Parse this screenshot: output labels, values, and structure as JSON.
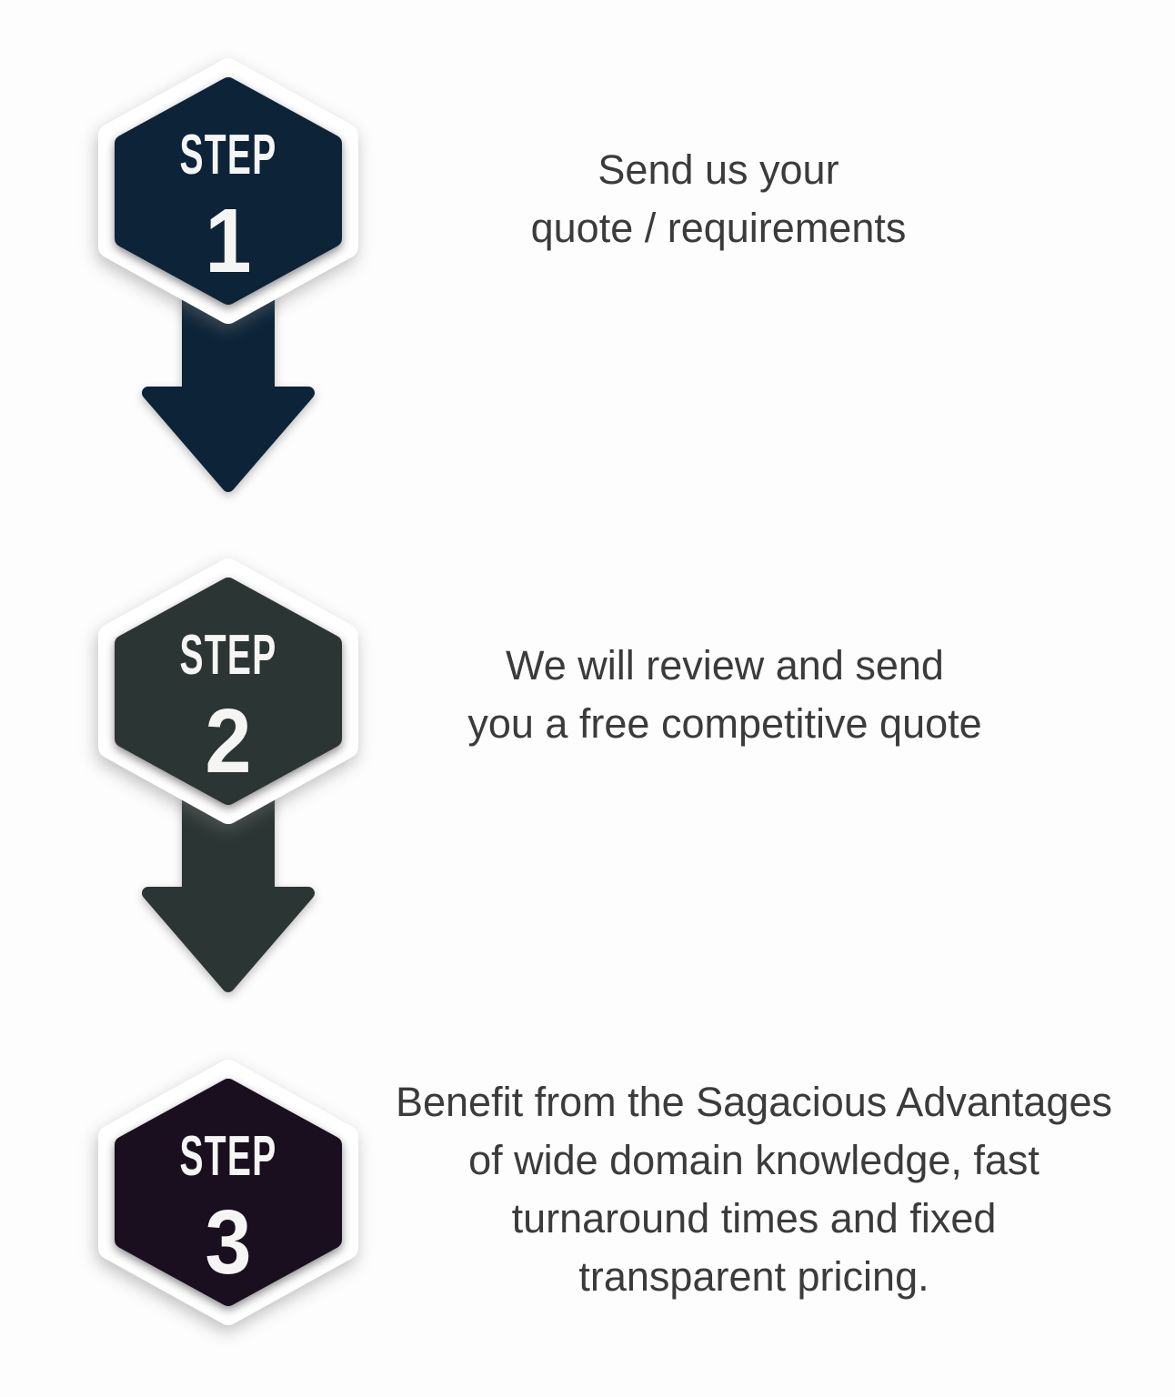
{
  "steps": [
    {
      "label": "STEP",
      "number": "1",
      "hexagon_color": "#0c2338",
      "description_lines": [
        "Send us your",
        "quote / requirements"
      ],
      "has_arrow_below": true
    },
    {
      "label": "STEP",
      "number": "2",
      "hexagon_color": "#2b3534",
      "description_lines": [
        "We will review and send",
        "you a free competitive quote"
      ],
      "has_arrow_below": true
    },
    {
      "label": "STEP",
      "number": "3",
      "hexagon_color": "#1a0f1e",
      "description_lines": [
        "Benefit from the Sagacious Advantages",
        "of wide domain knowledge, fast",
        "turnaround times and fixed",
        "transparent pricing."
      ],
      "has_arrow_below": false
    }
  ],
  "colors": {
    "badge_border": "#ffffff",
    "badge_text": "#f5f6f4",
    "body_text": "#3b3b3b",
    "background": "#fdfdfd"
  }
}
